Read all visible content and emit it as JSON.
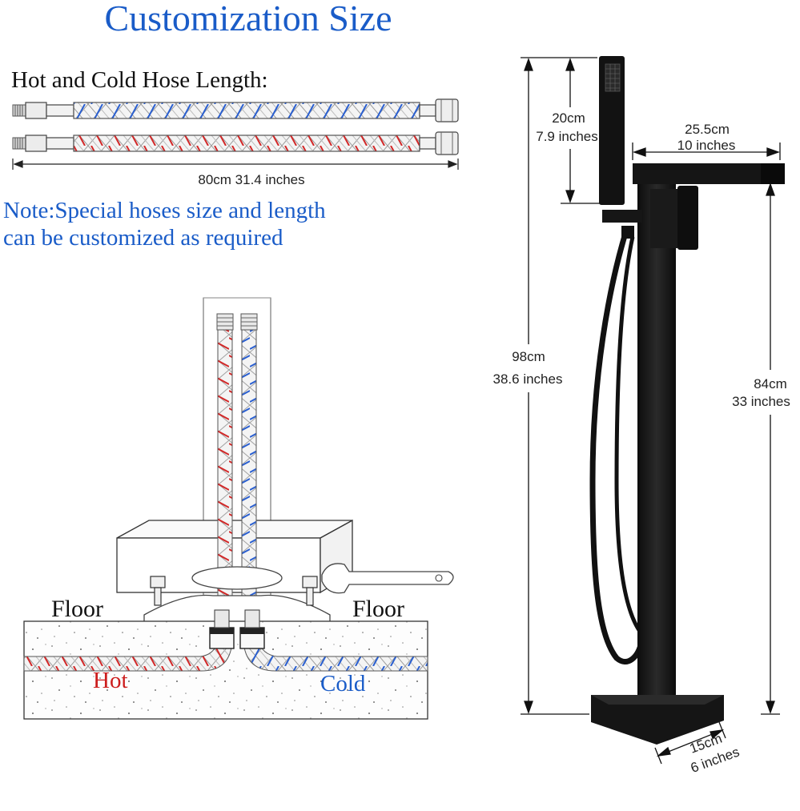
{
  "title": "Customization Size",
  "hose": {
    "heading": "Hot and Cold Hose Length:",
    "length_label": "80cm  31.4 inches"
  },
  "note": {
    "line1": "Note:Special hoses size and length",
    "line2": "can be customized as required"
  },
  "install": {
    "floor_left": "Floor",
    "floor_right": "Floor",
    "hot_label": "Hot",
    "cold_label": "Cold"
  },
  "dimensions": {
    "shower_height_cm": "20cm",
    "shower_height_in": "7.9 inches",
    "spout_length_cm": "25.5cm",
    "spout_length_in": "10 inches",
    "total_height_cm": "98cm",
    "total_height_in": "38.6 inches",
    "spout_height_cm": "84cm",
    "spout_height_in": "33 inches",
    "base_cm": "15cm",
    "base_in": "6 inches"
  },
  "colors": {
    "title_blue": "#1a5cc8",
    "hot_red": "#cc1c1c",
    "cold_blue": "#1a5cc8",
    "faucet_black": "#151515"
  }
}
